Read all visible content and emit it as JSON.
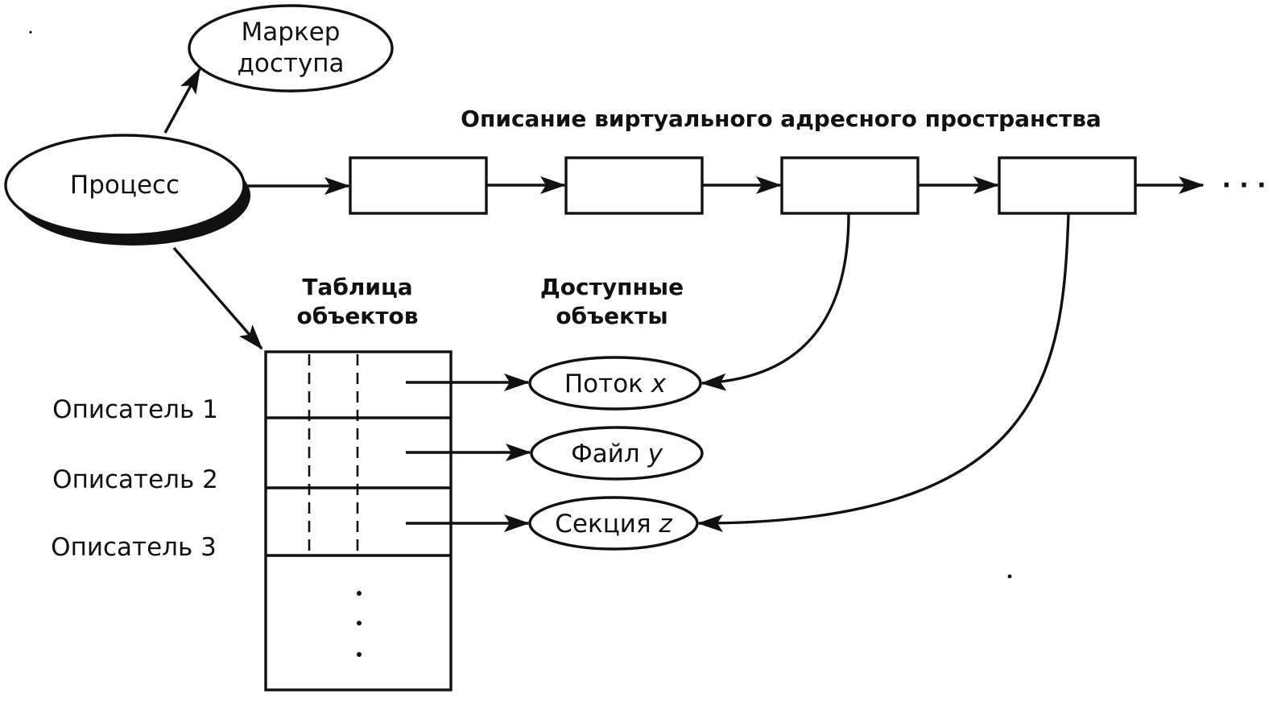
{
  "nodes": {
    "process": "Процесс",
    "token_line1": "Маркер",
    "token_line2": "доступа",
    "vas_title": "Описание виртуального адресного пространства",
    "vas_ellipsis": "· · ·",
    "table_title_line1": "Таблица",
    "table_title_line2": "объектов",
    "objects_title_line1": "Доступные",
    "objects_title_line2": "объекты"
  },
  "handles": [
    {
      "label": "Описатель 1"
    },
    {
      "label": "Описатель 2"
    },
    {
      "label": "Описатель 3"
    }
  ],
  "objects": [
    {
      "name": "Поток",
      "var": "x"
    },
    {
      "name": "Файл",
      "var": "y"
    },
    {
      "name": "Секция",
      "var": "z"
    }
  ],
  "colors": {
    "ink": "#111111",
    "background": "#ffffff"
  }
}
